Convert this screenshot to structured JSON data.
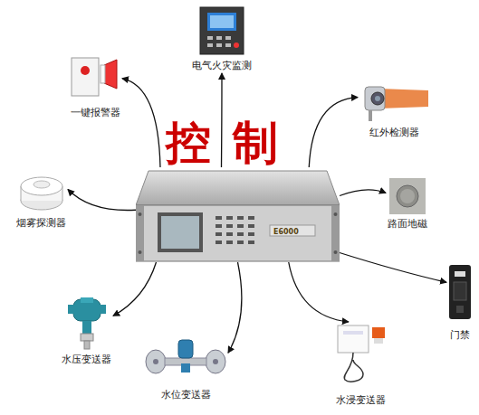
{
  "diagram": {
    "nodes": [
      {
        "text": [
          "控制"
        ]
      },
      {
        "text": [
          "一键报警器"
        ]
      },
      {
        "text": [
          "电气火灾监测"
        ]
      },
      {
        "text": [
          "红外检测器"
        ]
      },
      {
        "text": [
          "烟雾探测器"
        ]
      },
      {
        "text": [
          "路面地磁"
        ]
      },
      {
        "text": [
          "门禁"
        ]
      },
      {
        "text": [
          "水压变送器"
        ]
      },
      {
        "text": [
          "水位变送器"
        ]
      },
      {
        "text": [
          "水浸变送器"
        ]
      }
    ],
    "edges": [
      {
        "from": 0,
        "to": 1,
        "arrow": "to"
      },
      {
        "from": 0,
        "to": 2,
        "arrow": "to"
      },
      {
        "from": 0,
        "to": 3,
        "arrow": "to"
      },
      {
        "from": 0,
        "to": 4,
        "arrow": "to"
      },
      {
        "from": 0,
        "to": 5,
        "arrow": "to"
      },
      {
        "from": 0,
        "to": 6,
        "arrow": "to"
      },
      {
        "from": 0,
        "to": 7,
        "arrow": "to"
      },
      {
        "from": 0,
        "to": 8,
        "arrow": "to"
      },
      {
        "from": 0,
        "to": 9,
        "arrow": "to"
      }
    ],
    "labels": [
      "E6000"
    ]
  }
}
